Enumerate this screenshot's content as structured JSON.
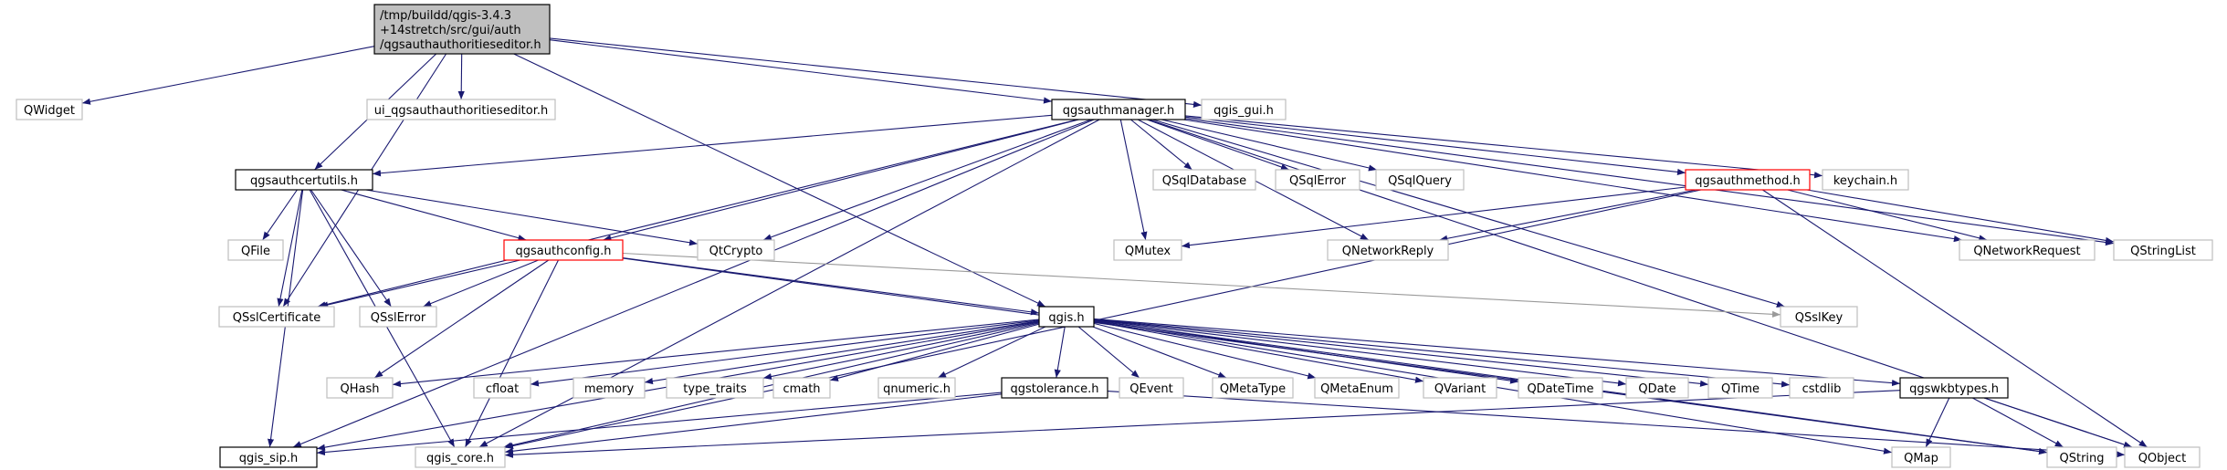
{
  "diagram": {
    "nodes": [
      {
        "id": "root",
        "lines": [
          "/tmp/buildd/qgis-3.4.3",
          "+14stretch/src/gui/auth",
          "/qgsauthauthoritieseditor.h"
        ],
        "style": "root"
      },
      {
        "id": "qwidget",
        "lines": [
          "QWidget"
        ],
        "style": "external"
      },
      {
        "id": "ui_editor",
        "lines": [
          "ui_qgsauthauthoritieseditor.h"
        ],
        "style": "external"
      },
      {
        "id": "manager",
        "lines": [
          "qgsauthmanager.h"
        ],
        "style": "documented"
      },
      {
        "id": "qgis_gui",
        "lines": [
          "qgis_gui.h"
        ],
        "style": "external"
      },
      {
        "id": "certutils",
        "lines": [
          "qgsauthcertutils.h"
        ],
        "style": "documented"
      },
      {
        "id": "qsqldatabase",
        "lines": [
          "QSqlDatabase"
        ],
        "style": "external"
      },
      {
        "id": "qsqlerror",
        "lines": [
          "QSqlError"
        ],
        "style": "external"
      },
      {
        "id": "qsqlquery",
        "lines": [
          "QSqlQuery"
        ],
        "style": "external"
      },
      {
        "id": "method",
        "lines": [
          "qgsauthmethod.h"
        ],
        "style": "red"
      },
      {
        "id": "keychain",
        "lines": [
          "keychain.h"
        ],
        "style": "external"
      },
      {
        "id": "qfile",
        "lines": [
          "QFile"
        ],
        "style": "external"
      },
      {
        "id": "config",
        "lines": [
          "qgsauthconfig.h"
        ],
        "style": "red"
      },
      {
        "id": "qtcrypto",
        "lines": [
          "QtCrypto"
        ],
        "style": "external"
      },
      {
        "id": "qmutex",
        "lines": [
          "QMutex"
        ],
        "style": "external"
      },
      {
        "id": "qnetworkreply",
        "lines": [
          "QNetworkReply"
        ],
        "style": "external"
      },
      {
        "id": "qnetworkrequest",
        "lines": [
          "QNetworkRequest"
        ],
        "style": "external"
      },
      {
        "id": "qstringlist",
        "lines": [
          "QStringList"
        ],
        "style": "external"
      },
      {
        "id": "qsslcertificate",
        "lines": [
          "QSslCertificate"
        ],
        "style": "external"
      },
      {
        "id": "qsslerror",
        "lines": [
          "QSslError"
        ],
        "style": "external"
      },
      {
        "id": "qsslkey",
        "lines": [
          "QSslKey"
        ],
        "style": "external"
      },
      {
        "id": "qgis",
        "lines": [
          "qgis.h"
        ],
        "style": "documented"
      },
      {
        "id": "qhash",
        "lines": [
          "QHash"
        ],
        "style": "external"
      },
      {
        "id": "cfloat",
        "lines": [
          "cfloat"
        ],
        "style": "external"
      },
      {
        "id": "memory",
        "lines": [
          "memory"
        ],
        "style": "external"
      },
      {
        "id": "type_traits",
        "lines": [
          "type_traits"
        ],
        "style": "external"
      },
      {
        "id": "cmath",
        "lines": [
          "cmath"
        ],
        "style": "external"
      },
      {
        "id": "qnumeric",
        "lines": [
          "qnumeric.h"
        ],
        "style": "external"
      },
      {
        "id": "tolerance",
        "lines": [
          "qgstolerance.h"
        ],
        "style": "documented"
      },
      {
        "id": "qevent",
        "lines": [
          "QEvent"
        ],
        "style": "external"
      },
      {
        "id": "qmetatype",
        "lines": [
          "QMetaType"
        ],
        "style": "external"
      },
      {
        "id": "qmetaenum",
        "lines": [
          "QMetaEnum"
        ],
        "style": "external"
      },
      {
        "id": "qvariant",
        "lines": [
          "QVariant"
        ],
        "style": "external"
      },
      {
        "id": "qdatetime",
        "lines": [
          "QDateTime"
        ],
        "style": "external"
      },
      {
        "id": "qdate",
        "lines": [
          "QDate"
        ],
        "style": "external"
      },
      {
        "id": "qtime",
        "lines": [
          "QTime"
        ],
        "style": "external"
      },
      {
        "id": "cstdlib",
        "lines": [
          "cstdlib"
        ],
        "style": "external"
      },
      {
        "id": "wkbtypes",
        "lines": [
          "qgswkbtypes.h"
        ],
        "style": "documented"
      },
      {
        "id": "qgis_sip",
        "lines": [
          "qgis_sip.h"
        ],
        "style": "documented"
      },
      {
        "id": "qgis_core",
        "lines": [
          "qgis_core.h"
        ],
        "style": "external"
      },
      {
        "id": "qmap",
        "lines": [
          "QMap"
        ],
        "style": "external"
      },
      {
        "id": "qstring",
        "lines": [
          "QString"
        ],
        "style": "external"
      },
      {
        "id": "qobject",
        "lines": [
          "QObject"
        ],
        "style": "external"
      }
    ],
    "edges": [
      [
        "root",
        "qwidget"
      ],
      [
        "root",
        "ui_editor"
      ],
      [
        "root",
        "manager"
      ],
      [
        "root",
        "qgis_gui"
      ],
      [
        "root",
        "certutils"
      ],
      [
        "root",
        "qsslcertificate"
      ],
      [
        "root",
        "qgis"
      ],
      [
        "manager",
        "certutils"
      ],
      [
        "manager",
        "qsqldatabase"
      ],
      [
        "manager",
        "qsqlerror"
      ],
      [
        "manager",
        "qsqlquery"
      ],
      [
        "manager",
        "method"
      ],
      [
        "manager",
        "keychain"
      ],
      [
        "manager",
        "config"
      ],
      [
        "manager",
        "qtcrypto"
      ],
      [
        "manager",
        "qmutex"
      ],
      [
        "manager",
        "qnetworkreply"
      ],
      [
        "manager",
        "qnetworkrequest"
      ],
      [
        "manager",
        "qstringlist"
      ],
      [
        "manager",
        "qsslcertificate"
      ],
      [
        "manager",
        "qsslkey"
      ],
      [
        "manager",
        "qobject"
      ],
      [
        "manager",
        "qgis_sip"
      ],
      [
        "manager",
        "qgis_core"
      ],
      [
        "certutils",
        "qfile"
      ],
      [
        "certutils",
        "qtcrypto"
      ],
      [
        "certutils",
        "config"
      ],
      [
        "certutils",
        "qsslcertificate"
      ],
      [
        "certutils",
        "qsslerror"
      ],
      [
        "certutils",
        "qgis_sip"
      ],
      [
        "certutils",
        "qgis_core"
      ],
      [
        "method",
        "qmutex"
      ],
      [
        "method",
        "qnetworkreply"
      ],
      [
        "method",
        "qnetworkrequest"
      ],
      [
        "method",
        "qstringlist"
      ],
      [
        "method",
        "qobject"
      ],
      [
        "method",
        "qgis_core"
      ],
      [
        "config",
        "qsslcertificate"
      ],
      [
        "config",
        "qsslerror"
      ],
      [
        "config",
        "qsslkey"
      ],
      [
        "config",
        "qgis"
      ],
      [
        "config",
        "qhash"
      ],
      [
        "config",
        "qgis_core"
      ],
      [
        "config",
        "qstring"
      ],
      [
        "qgis",
        "qhash"
      ],
      [
        "qgis",
        "cfloat"
      ],
      [
        "qgis",
        "memory"
      ],
      [
        "qgis",
        "type_traits"
      ],
      [
        "qgis",
        "cmath"
      ],
      [
        "qgis",
        "qnumeric"
      ],
      [
        "qgis",
        "tolerance"
      ],
      [
        "qgis",
        "qevent"
      ],
      [
        "qgis",
        "qmetatype"
      ],
      [
        "qgis",
        "qmetaenum"
      ],
      [
        "qgis",
        "qvariant"
      ],
      [
        "qgis",
        "qdatetime"
      ],
      [
        "qgis",
        "qdate"
      ],
      [
        "qgis",
        "qtime"
      ],
      [
        "qgis",
        "cstdlib"
      ],
      [
        "qgis",
        "wkbtypes"
      ],
      [
        "qgis",
        "qstring"
      ],
      [
        "qgis",
        "qmap"
      ],
      [
        "qgis",
        "qgis_sip"
      ],
      [
        "qgis",
        "qgis_core"
      ],
      [
        "tolerance",
        "qgis_sip"
      ],
      [
        "tolerance",
        "qgis_core"
      ],
      [
        "tolerance",
        "qobject"
      ],
      [
        "wkbtypes",
        "qgis_core"
      ],
      [
        "wkbtypes",
        "qmap"
      ],
      [
        "wkbtypes",
        "qstring"
      ],
      [
        "wkbtypes",
        "qobject"
      ]
    ]
  }
}
